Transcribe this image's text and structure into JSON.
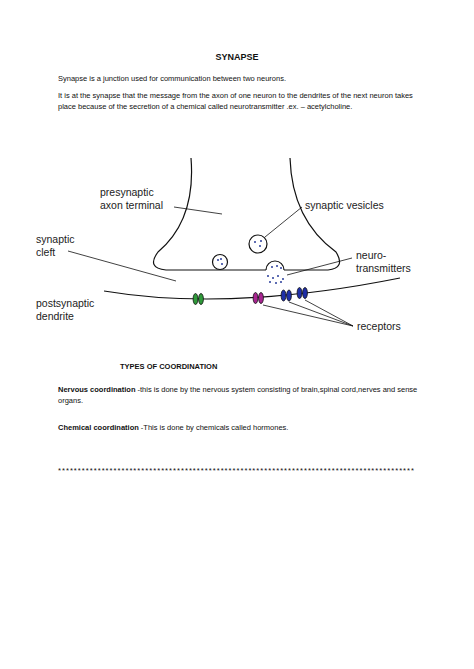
{
  "diagram": {
    "title": "SYNAPSE",
    "labels": [
      "Synapse is a junction used for communication between two neurons.",
      "It is at the synapse that the message from the axon of one neuron to the dendrites of the next neuron takes place because of the secretion of a chemical called neurotransmitter .ex. – acetylcholine.",
      "presynaptic axon terminal",
      "synaptic vesicles",
      "synaptic cleft",
      "neuro- transmitters",
      "postsynaptic dendrite",
      "receptors",
      "TYPES OF COORDINATION",
      "Nervous coordination",
      "-this is done by the nervous system consisting of brain,spinal cord,nerves and sense organs.",
      "Chemical coordination",
      "-This is done by chemicals called hormones.",
      "******************************************************************************************"
    ]
  }
}
